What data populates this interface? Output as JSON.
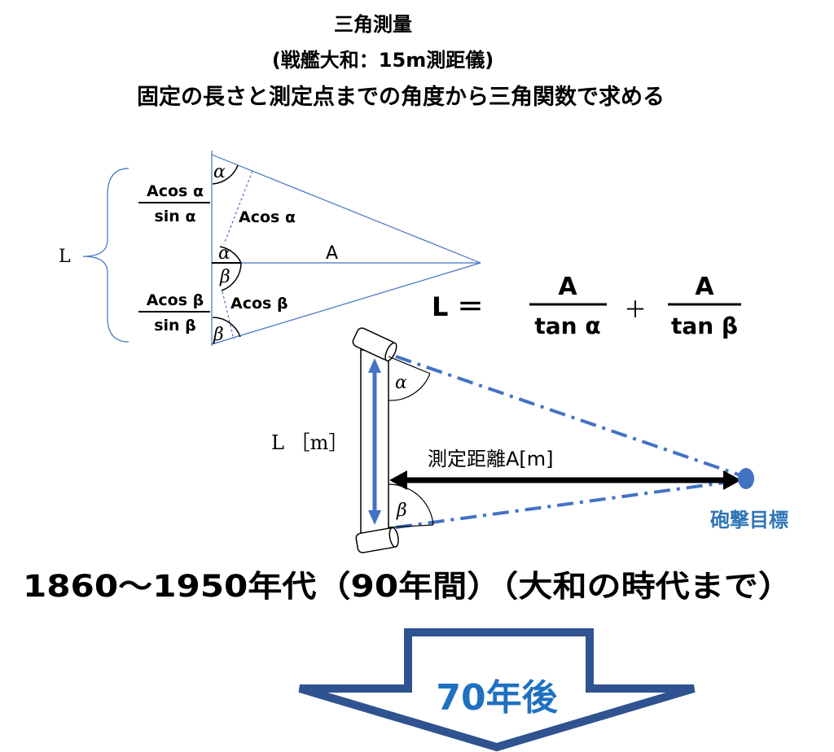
{
  "title": {
    "line1": "三角測量",
    "line2": "(戦艦大和：15m測距儀)",
    "line3": "固定の長さと測定点までの角度から三角関数で求める"
  },
  "triangle": {
    "L": "L",
    "A": "A",
    "alpha": "α",
    "beta": "β",
    "frac_alpha_num": "Acos α",
    "frac_alpha_den": "sin α",
    "frac_beta_num": "Acos β",
    "frac_beta_den": "sin β",
    "acos_alpha": "Acos α",
    "acos_beta": "Acos β"
  },
  "formula": {
    "lhs": "L ＝",
    "num1": "A",
    "den1": "tan α",
    "plus": "＋",
    "num2": "A",
    "den2": "tan β"
  },
  "rangefinder": {
    "length_label": "L ［m］",
    "distance_label": "測定距離A[m]",
    "target_label": "砲撃目標",
    "alpha": "α",
    "beta": "β"
  },
  "period": "1860～1950年代（90年間）（大和の時代まで）",
  "arrow_label": "70年後",
  "colors": {
    "line_blue": "#4472C4",
    "target_text": "#2E75B6",
    "arrow_stroke": "#2F5291",
    "arrow_text": "#1F70C1"
  }
}
